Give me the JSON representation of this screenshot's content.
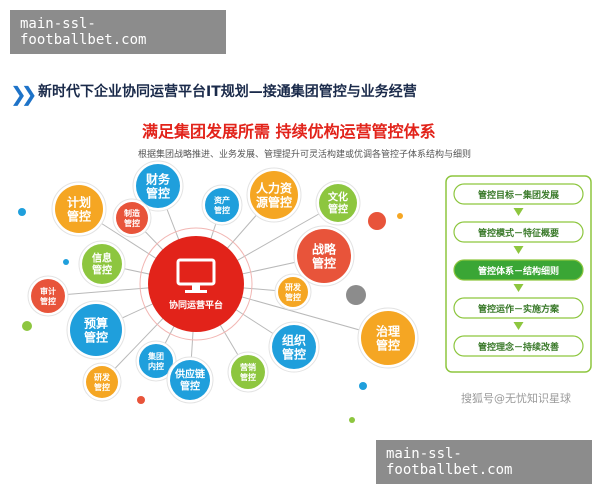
{
  "banners": {
    "top": "main-ssl-footballbet.com",
    "bottom": "main-ssl-footballbet.com"
  },
  "header": {
    "title": "新时代下企业协同运营平台IT规划—接通集团管控与业务经营",
    "headline": "满足集团发展所需  持续优构运营管控体系",
    "subline": "根据集团战略推进、业务发展、管理提升可灵活构建或优调各管控子体系结构与细则"
  },
  "center": {
    "label": "协同运营平台"
  },
  "bubbles": [
    {
      "id": "caiwu",
      "lines": [
        "财务",
        "管控"
      ],
      "color": "#1f9fdc"
    },
    {
      "id": "jihua",
      "lines": [
        "计划",
        "管控"
      ],
      "color": "#f5a623"
    },
    {
      "id": "zhizao",
      "lines": [
        "制造",
        "管控"
      ],
      "color": "#e8543a"
    },
    {
      "id": "zichan",
      "lines": [
        "资产",
        "管控"
      ],
      "color": "#1f9fdc"
    },
    {
      "id": "renli",
      "lines": [
        "人力资",
        "源管控"
      ],
      "color": "#f5a623"
    },
    {
      "id": "wenhua",
      "lines": [
        "文化",
        "管控"
      ],
      "color": "#8dc63f"
    },
    {
      "id": "xinxi",
      "lines": [
        "信息",
        "管控"
      ],
      "color": "#8dc63f"
    },
    {
      "id": "zhanlue",
      "lines": [
        "战略",
        "管控"
      ],
      "color": "#e8543a"
    },
    {
      "id": "shenji",
      "lines": [
        "审计",
        "管控"
      ],
      "color": "#e8543a"
    },
    {
      "id": "yanfa1",
      "lines": [
        "研发",
        "管控"
      ],
      "color": "#f5a623"
    },
    {
      "id": "yusuan",
      "lines": [
        "预算",
        "管控"
      ],
      "color": "#1f9fdc"
    },
    {
      "id": "zhili",
      "lines": [
        "治理",
        "管控"
      ],
      "color": "#f5a623"
    },
    {
      "id": "zuzhi",
      "lines": [
        "组织",
        "管控"
      ],
      "color": "#1f9fdc"
    },
    {
      "id": "yanfa2",
      "lines": [
        "研发",
        "管控"
      ],
      "color": "#f5a623"
    },
    {
      "id": "jituan",
      "lines": [
        "集团",
        "内控"
      ],
      "color": "#1f9fdc"
    },
    {
      "id": "gongying",
      "lines": [
        "供应链",
        "管控"
      ],
      "color": "#1f9fdc"
    },
    {
      "id": "yingxiao",
      "lines": [
        "营销",
        "管控"
      ],
      "color": "#8dc63f"
    }
  ],
  "right_panel": {
    "items": [
      {
        "label": "管控目标－集团发展",
        "highlight": false
      },
      {
        "label": "管控模式－特征概要",
        "highlight": false
      },
      {
        "label": "管控体系－结构细则",
        "highlight": true
      },
      {
        "label": "管控运作－实施方案",
        "highlight": false
      },
      {
        "label": "管控理念－持续改善",
        "highlight": false
      }
    ]
  },
  "watermark": "搜狐号@无忧知识星球",
  "colors": {
    "blue": "#1f9fdc",
    "orange": "#f5a623",
    "red": "#e8543a",
    "green": "#8dc63f",
    "center": "#e2231a",
    "panel_border": "#8dc63f",
    "panel_highlight": "#3aa635"
  }
}
